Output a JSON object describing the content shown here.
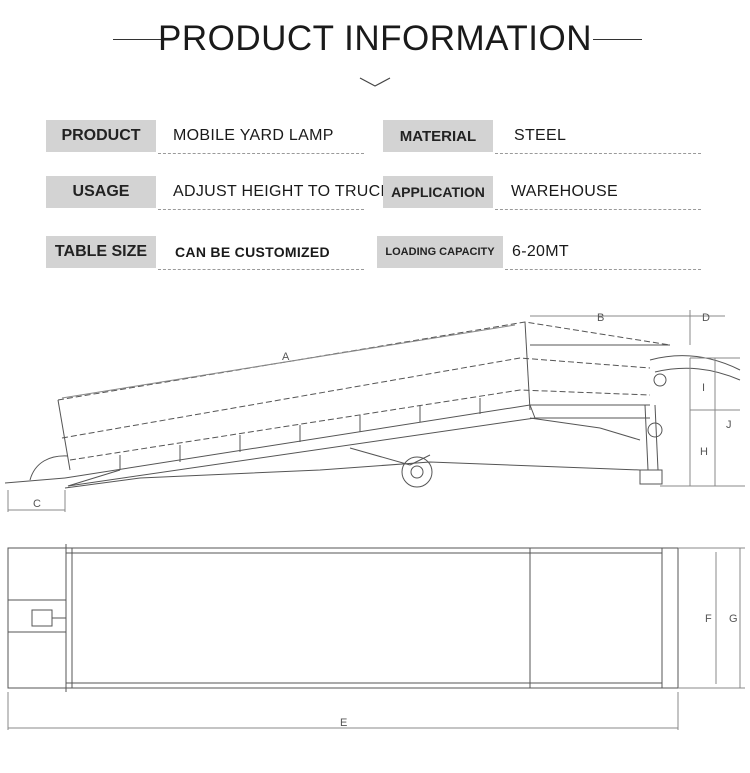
{
  "header": {
    "title": "PRODUCT INFORMATION"
  },
  "specs": [
    {
      "label": "PRODUCT",
      "value": "MOBILE YARD LAMP"
    },
    {
      "label": "MATERIAL",
      "value": "STEEL"
    },
    {
      "label": "USAGE",
      "value": "ADJUST HEIGHT TO TRUCK"
    },
    {
      "label": "APPLICATION",
      "value": "WAREHOUSE"
    },
    {
      "label": "TABLE SIZE",
      "value": "CAN BE CUSTOMIZED"
    },
    {
      "label": "LOADING CAPACITY",
      "value": "6-20MT"
    }
  ],
  "drawing": {
    "dimension_labels": {
      "a": "A",
      "b": "B",
      "c": "C",
      "d": "D",
      "e": "E",
      "f": "F",
      "g": "G",
      "h": "H",
      "i": "I",
      "j": "J"
    }
  }
}
